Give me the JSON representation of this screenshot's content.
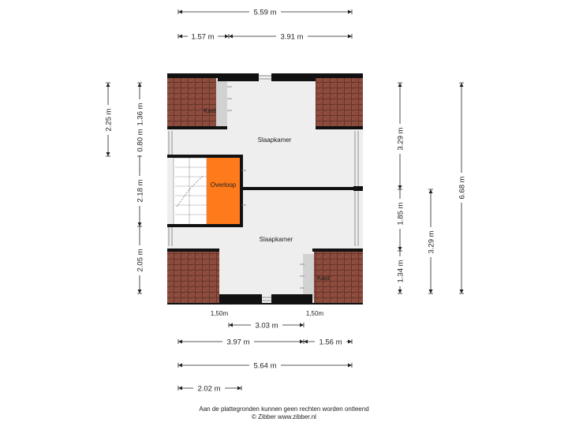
{
  "colors": {
    "floor": "#eeeeee",
    "roof": "#8a4a3c",
    "landing": "#ff7a1a",
    "wall": "#111111",
    "dimension_line": "#222222"
  },
  "rooms": {
    "kast_top": "Kast",
    "slaapkamer_top": "Slaapkamer",
    "overloop": "Overloop",
    "slaapkamer_bottom": "Slaapkamer",
    "kast_bottom": "Kast"
  },
  "dimensions": {
    "top_total": "5.59 m",
    "top_left": "1.57 m",
    "top_right": "3.91 m",
    "left_outer": "2.25 m",
    "left_1": "1.36 m",
    "left_2": "0.80 m",
    "left_3": "2.18 m",
    "left_4": "2.05 m",
    "right_1": "3.29 m",
    "right_2": "1.85 m",
    "right_3": "1.34 m",
    "right_mid": "3.29 m",
    "right_total": "6.68 m",
    "below_left_width": "1,50m",
    "below_right_width": "1,50m",
    "bottom_inner": "3.03 m",
    "bottom_left": "3.97 m",
    "bottom_right": "1.56 m",
    "bottom_total": "5.64 m",
    "bottom_small": "2.02 m"
  },
  "footer": {
    "line1": "Aan de plattegronden kunnen geen rechten worden ontleend",
    "line2": "© Zibber www.zibber.nl"
  }
}
